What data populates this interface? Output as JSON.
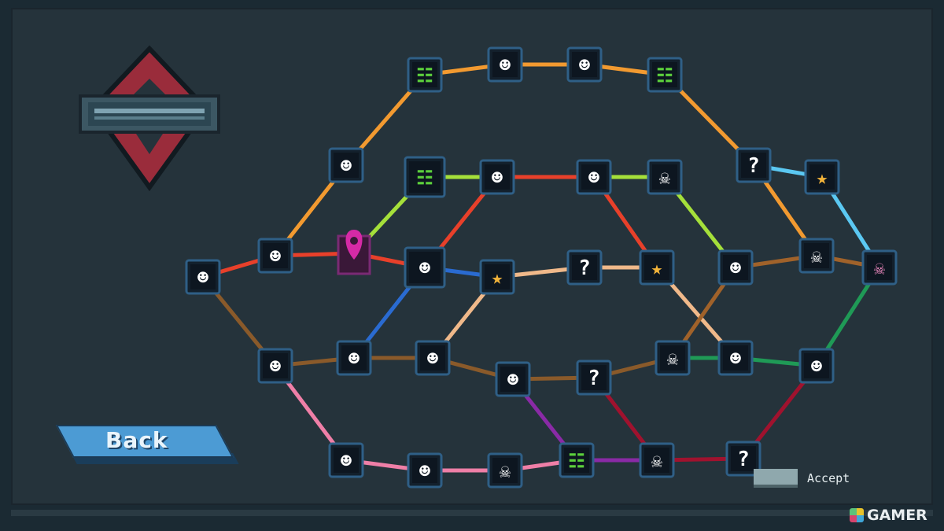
{
  "screen": "route-map",
  "back_button": {
    "label": "Back"
  },
  "prompt": {
    "key_hint": "",
    "label": "Accept"
  },
  "watermark": {
    "text": "GAMER"
  },
  "colors": {
    "background": "#25333b",
    "node_border": "#2f5f86",
    "selected_node": "#e8318f",
    "shop_icon": "#5cd03c",
    "star_icon": "#f3b43a",
    "monster_icon": "#ffffff"
  },
  "emblem": {
    "text": "",
    "description": "red diamond route emblem"
  },
  "current_location": {
    "icon": "location-pin-icon",
    "color": "#d62aa6"
  },
  "nodes": [
    {
      "id": "n1",
      "type": "monster"
    },
    {
      "id": "n2",
      "type": "monster"
    },
    {
      "id": "n3",
      "type": "location"
    },
    {
      "id": "n4",
      "type": "monster"
    },
    {
      "id": "n5",
      "type": "shop"
    },
    {
      "id": "n6",
      "type": "monster"
    },
    {
      "id": "n7",
      "type": "monster"
    },
    {
      "id": "n8",
      "type": "shop"
    },
    {
      "id": "n9",
      "type": "shop"
    },
    {
      "id": "n10",
      "type": "monster"
    },
    {
      "id": "n11",
      "type": "monster"
    },
    {
      "id": "n12",
      "type": "skull"
    },
    {
      "id": "n13",
      "type": "mystery"
    },
    {
      "id": "n14",
      "type": "star"
    },
    {
      "id": "n15",
      "type": "monster"
    },
    {
      "id": "n16",
      "type": "star"
    },
    {
      "id": "n17",
      "type": "mystery"
    },
    {
      "id": "n18",
      "type": "star"
    },
    {
      "id": "n19",
      "type": "monster"
    },
    {
      "id": "n20",
      "type": "skull"
    },
    {
      "id": "n21",
      "type": "boss"
    },
    {
      "id": "n22",
      "type": "monster"
    },
    {
      "id": "n23",
      "type": "monster"
    },
    {
      "id": "n24",
      "type": "monster"
    },
    {
      "id": "n25",
      "type": "monster"
    },
    {
      "id": "n26",
      "type": "mystery"
    },
    {
      "id": "n27",
      "type": "skull"
    },
    {
      "id": "n28",
      "type": "monster"
    },
    {
      "id": "n29",
      "type": "monster"
    },
    {
      "id": "n30",
      "type": "monster"
    },
    {
      "id": "n31",
      "type": "monster"
    },
    {
      "id": "n32",
      "type": "skull"
    },
    {
      "id": "n33",
      "type": "shop"
    },
    {
      "id": "n34",
      "type": "skull"
    },
    {
      "id": "n35",
      "type": "mystery"
    }
  ],
  "glyphs": {
    "monster": "☻",
    "skull": "☠",
    "mystery": "?",
    "star": "★",
    "shop": "☷",
    "boss": "☠"
  }
}
